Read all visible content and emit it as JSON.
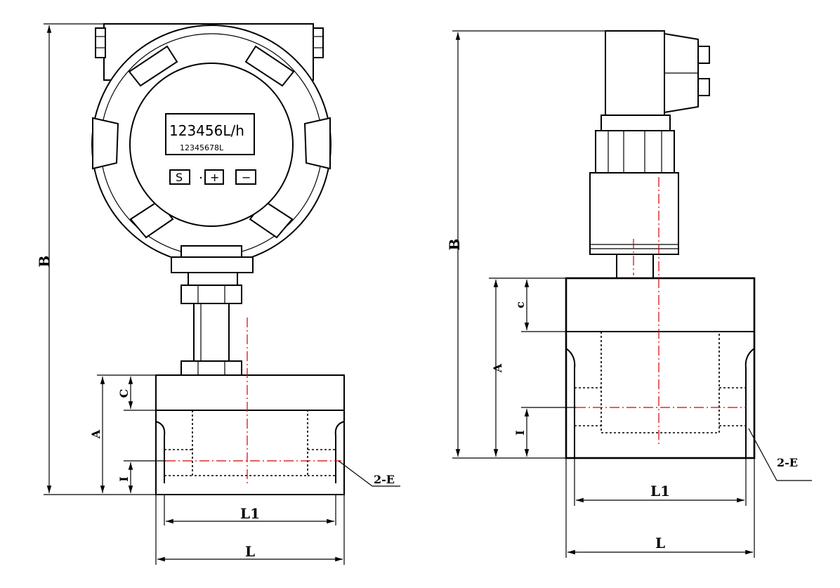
{
  "display": {
    "flow_rate": "123456L/h",
    "total": "12345678L"
  },
  "buttons": {
    "set": "S",
    "plus": "+",
    "minus": "−"
  },
  "left_view": {
    "dim_B": "B",
    "dim_A": "A",
    "dim_C": "C",
    "dim_I": "I",
    "dim_L1": "L1",
    "dim_L": "L",
    "thread_callout": "2-E"
  },
  "right_view": {
    "dim_B": "B",
    "dim_A": "A",
    "dim_C": "c",
    "dim_I": "I",
    "dim_L1": "L1",
    "dim_L": "L",
    "thread_callout": "2-E"
  }
}
